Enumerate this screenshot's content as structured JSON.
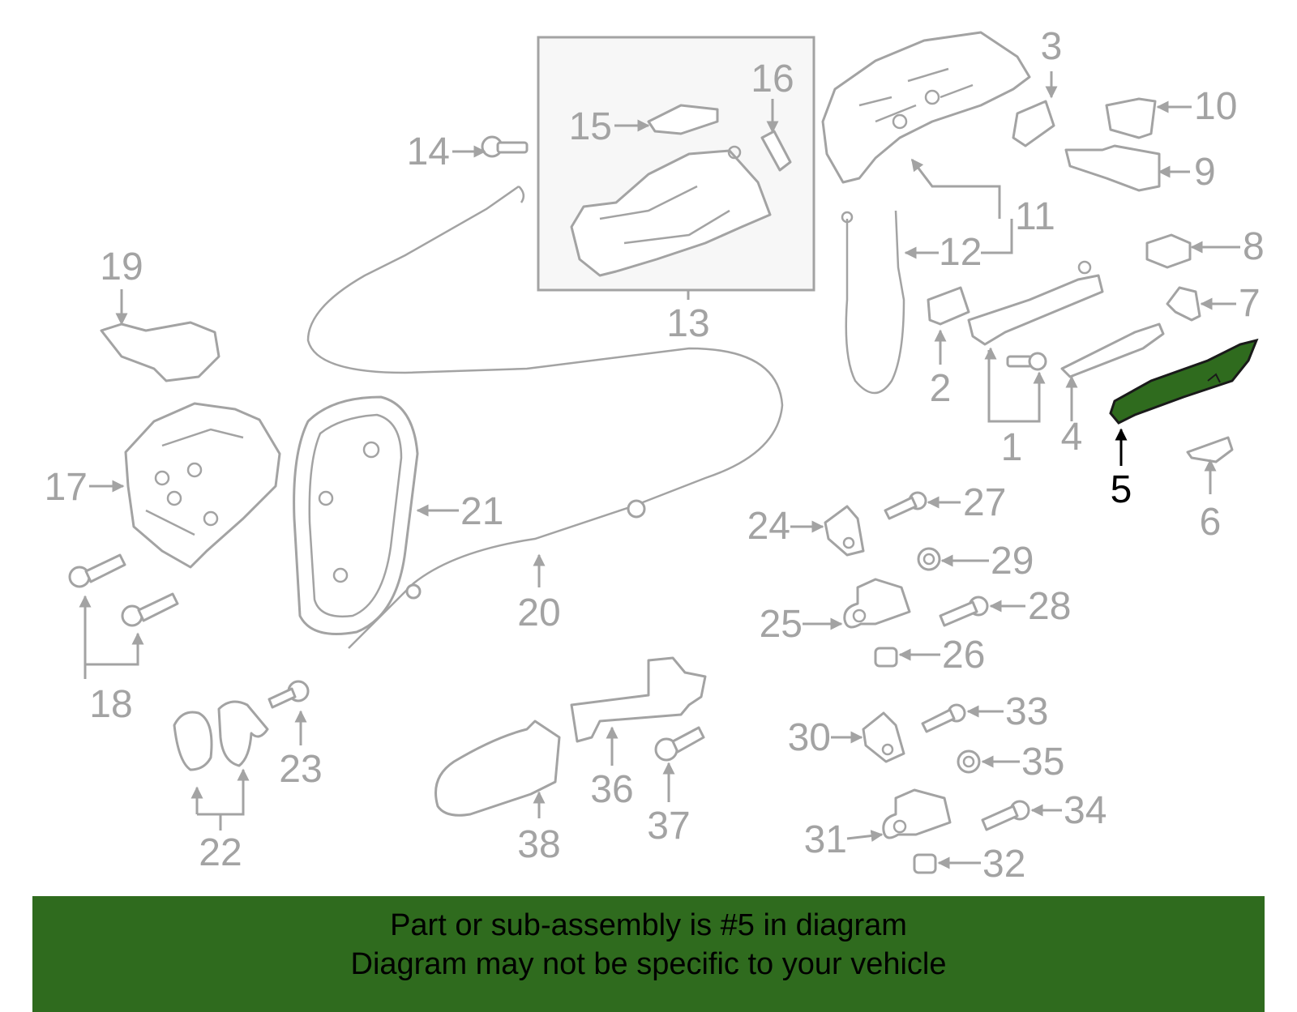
{
  "colors": {
    "part_outline": "#a3a3a3",
    "highlight_fill": "#2f6b1e",
    "highlight_outline": "#1a1a1a",
    "banner_bg": "#2f6b1e",
    "label_text": "#a3a3a3",
    "highlight_label": "#000000"
  },
  "highlighted_part": "5",
  "callouts": [
    {
      "id": "1",
      "label": "1"
    },
    {
      "id": "2",
      "label": "2"
    },
    {
      "id": "3",
      "label": "3"
    },
    {
      "id": "4",
      "label": "4"
    },
    {
      "id": "5",
      "label": "5"
    },
    {
      "id": "6",
      "label": "6"
    },
    {
      "id": "7",
      "label": "7"
    },
    {
      "id": "8",
      "label": "8"
    },
    {
      "id": "9",
      "label": "9"
    },
    {
      "id": "10",
      "label": "10"
    },
    {
      "id": "11",
      "label": "11"
    },
    {
      "id": "12",
      "label": "12"
    },
    {
      "id": "13",
      "label": "13"
    },
    {
      "id": "14",
      "label": "14"
    },
    {
      "id": "15",
      "label": "15"
    },
    {
      "id": "16",
      "label": "16"
    },
    {
      "id": "17",
      "label": "17"
    },
    {
      "id": "18",
      "label": "18"
    },
    {
      "id": "19",
      "label": "19"
    },
    {
      "id": "20",
      "label": "20"
    },
    {
      "id": "21",
      "label": "21"
    },
    {
      "id": "22",
      "label": "22"
    },
    {
      "id": "23",
      "label": "23"
    },
    {
      "id": "24",
      "label": "24"
    },
    {
      "id": "25",
      "label": "25"
    },
    {
      "id": "26",
      "label": "26"
    },
    {
      "id": "27",
      "label": "27"
    },
    {
      "id": "28",
      "label": "28"
    },
    {
      "id": "29",
      "label": "29"
    },
    {
      "id": "30",
      "label": "30"
    },
    {
      "id": "31",
      "label": "31"
    },
    {
      "id": "32",
      "label": "32"
    },
    {
      "id": "33",
      "label": "33"
    },
    {
      "id": "34",
      "label": "34"
    },
    {
      "id": "35",
      "label": "35"
    },
    {
      "id": "36",
      "label": "36"
    },
    {
      "id": "37",
      "label": "37"
    },
    {
      "id": "38",
      "label": "38"
    }
  ],
  "banner": {
    "line1": "Part or sub-assembly is #5 in diagram",
    "line2": "Diagram may not be specific to your vehicle"
  }
}
